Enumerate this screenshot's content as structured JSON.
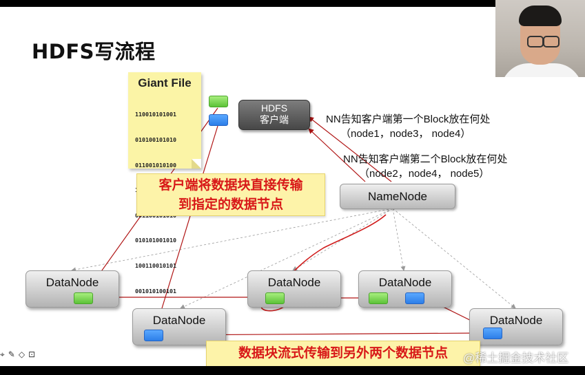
{
  "slide": {
    "title": "HDFS写流程",
    "giant_file": {
      "name": "Giant File",
      "bits": [
        "110010101001",
        "010100101010",
        "011001010100",
        "101010010101",
        "001100101010",
        "010101001010",
        "100110010101",
        "001010100101"
      ]
    },
    "client_line1": "HDFS",
    "client_line2": "客户端",
    "namenode": "NameNode",
    "datanodes": [
      "DataNode",
      "DataNode",
      "DataNode",
      "DataNode",
      "DataNode"
    ],
    "note1_line1": "NN告知客户端第一个Block放在何处",
    "note1_line2": "（node1，node3， node4）",
    "note2_line1": "NN告知客户端第二个Block放在何处",
    "note2_line2": "（node2，node4， node5）",
    "callout_top_line1": "客户端将数据块直接传输",
    "callout_top_line2": "到指定的数据节点",
    "callout_bottom": "数据块流式传输到另外两个数据节点"
  },
  "toolbar_icons": [
    "pointer-icon",
    "pen-icon",
    "eraser-icon",
    "presenter-icon"
  ],
  "watermark": "@稀土掘金技术社区",
  "colors": {
    "block_green": "#6fd24a",
    "block_blue": "#3a8cf5",
    "arrow_red": "#b01515",
    "callout_text": "#d81818",
    "callout_bg": "#fdf3a9"
  }
}
